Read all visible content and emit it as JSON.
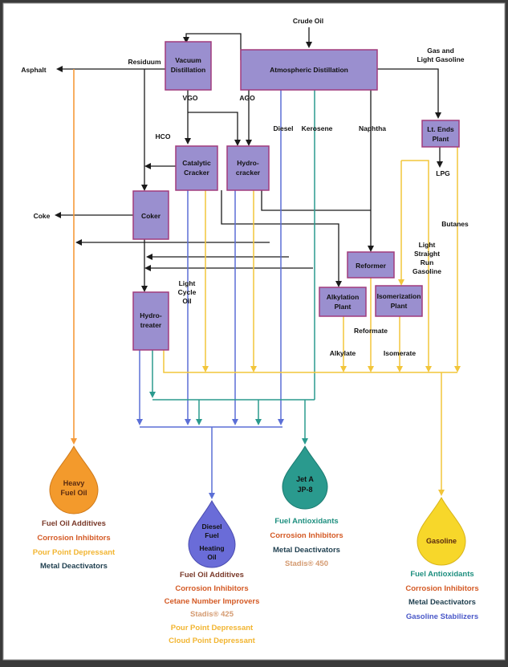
{
  "colors": {
    "box_fill": "#9a8fcf",
    "box_stroke": "#a13b7d",
    "line_black": "#1a1a1a",
    "line_blue": "#5b6fd6",
    "line_teal": "#2a9a8e",
    "line_yellow": "#f2c53a",
    "line_orange": "#f59a3a",
    "drop_heavy": "#f39a2c",
    "drop_diesel": "#6a6cd8",
    "drop_jet": "#2a9a8e",
    "drop_gasoline": "#f7d72a",
    "text_brown": "#7a3a2a",
    "text_orange": "#d45a25",
    "text_yellow": "#f2b531",
    "text_teal": "#1e8f7f",
    "text_navy": "#1f3f4f",
    "text_blue": "#4a58c8",
    "text_peach": "#d49a70"
  },
  "units": {
    "vacuum": [
      "Vacuum",
      "Distillation"
    ],
    "atmospheric": "Atmospheric Distillation",
    "lt_ends": [
      "Lt. Ends",
      "Plant"
    ],
    "catalytic": [
      "Catalytic",
      "Cracker"
    ],
    "hydrocracker": [
      "Hydro-",
      "cracker"
    ],
    "coker": "Coker",
    "reformer": "Reformer",
    "alkylation": [
      "Alkylation",
      "Plant"
    ],
    "isomerization": [
      "Isomerization",
      "Plant"
    ],
    "hydrotreater": [
      "Hydro-",
      "treater"
    ]
  },
  "streams": {
    "crude": "Crude Oil",
    "residuum": "Residuum",
    "asphalt": "Asphalt",
    "gas": [
      "Gas and",
      "Light Gasoline"
    ],
    "vgo": "VGO",
    "ago": "AGO",
    "hco": "HCO",
    "diesel": "Diesel",
    "kerosene": "Kerosene",
    "naphtha": "Naphtha",
    "lpg": "LPG",
    "coke": "Coke",
    "butanes": "Butanes",
    "lsrg": [
      "Light",
      "Straight",
      "Run",
      "Gasoline"
    ],
    "lco": [
      "Light",
      "Cycle",
      "Oil"
    ],
    "reformate": "Reformate",
    "alkylate": "Alkylate",
    "isomerate": "Isomerate"
  },
  "products": {
    "heavy": [
      "Heavy",
      "Fuel Oil"
    ],
    "diesel": [
      "Diesel",
      "Fuel",
      "Heating",
      "Oil"
    ],
    "jet": [
      "Jet A",
      "JP-8"
    ],
    "gasoline": "Gasoline"
  },
  "additives": {
    "heavy": [
      {
        "text": "Fuel Oil Additives",
        "color": "#7a3a2a"
      },
      {
        "text": "Corrosion Inhibitors",
        "color": "#d45a25"
      },
      {
        "text": "Pour Point Depressant",
        "color": "#f2b531"
      },
      {
        "text": "Metal Deactivators",
        "color": "#1f3f4f"
      }
    ],
    "diesel": [
      {
        "text": "Fuel Oil Additives",
        "color": "#7a3a2a"
      },
      {
        "text": "Corrosion Inhibitors",
        "color": "#d45a25"
      },
      {
        "text": "Cetane Number Improvers",
        "color": "#d45a25"
      },
      {
        "text": "Stadis® 425",
        "color": "#d49a70"
      },
      {
        "text": "Pour Point Depressant",
        "color": "#f2b531"
      },
      {
        "text": "Cloud Point Depressant",
        "color": "#f2b531"
      }
    ],
    "jet": [
      {
        "text": "Fuel Antioxidants",
        "color": "#1e8f7f"
      },
      {
        "text": "Corrosion Inhibitors",
        "color": "#d45a25"
      },
      {
        "text": "Metal Deactivators",
        "color": "#1f3f4f"
      },
      {
        "text": "Stadis® 450",
        "color": "#d49a70"
      }
    ],
    "gasoline": [
      {
        "text": "Fuel Antioxidants",
        "color": "#1e8f7f"
      },
      {
        "text": "Corrosion Inhibitors",
        "color": "#d45a25"
      },
      {
        "text": "Metal Deactivators",
        "color": "#1f3f4f"
      },
      {
        "text": "Gasoline Stabilizers",
        "color": "#4a58c8"
      }
    ]
  }
}
